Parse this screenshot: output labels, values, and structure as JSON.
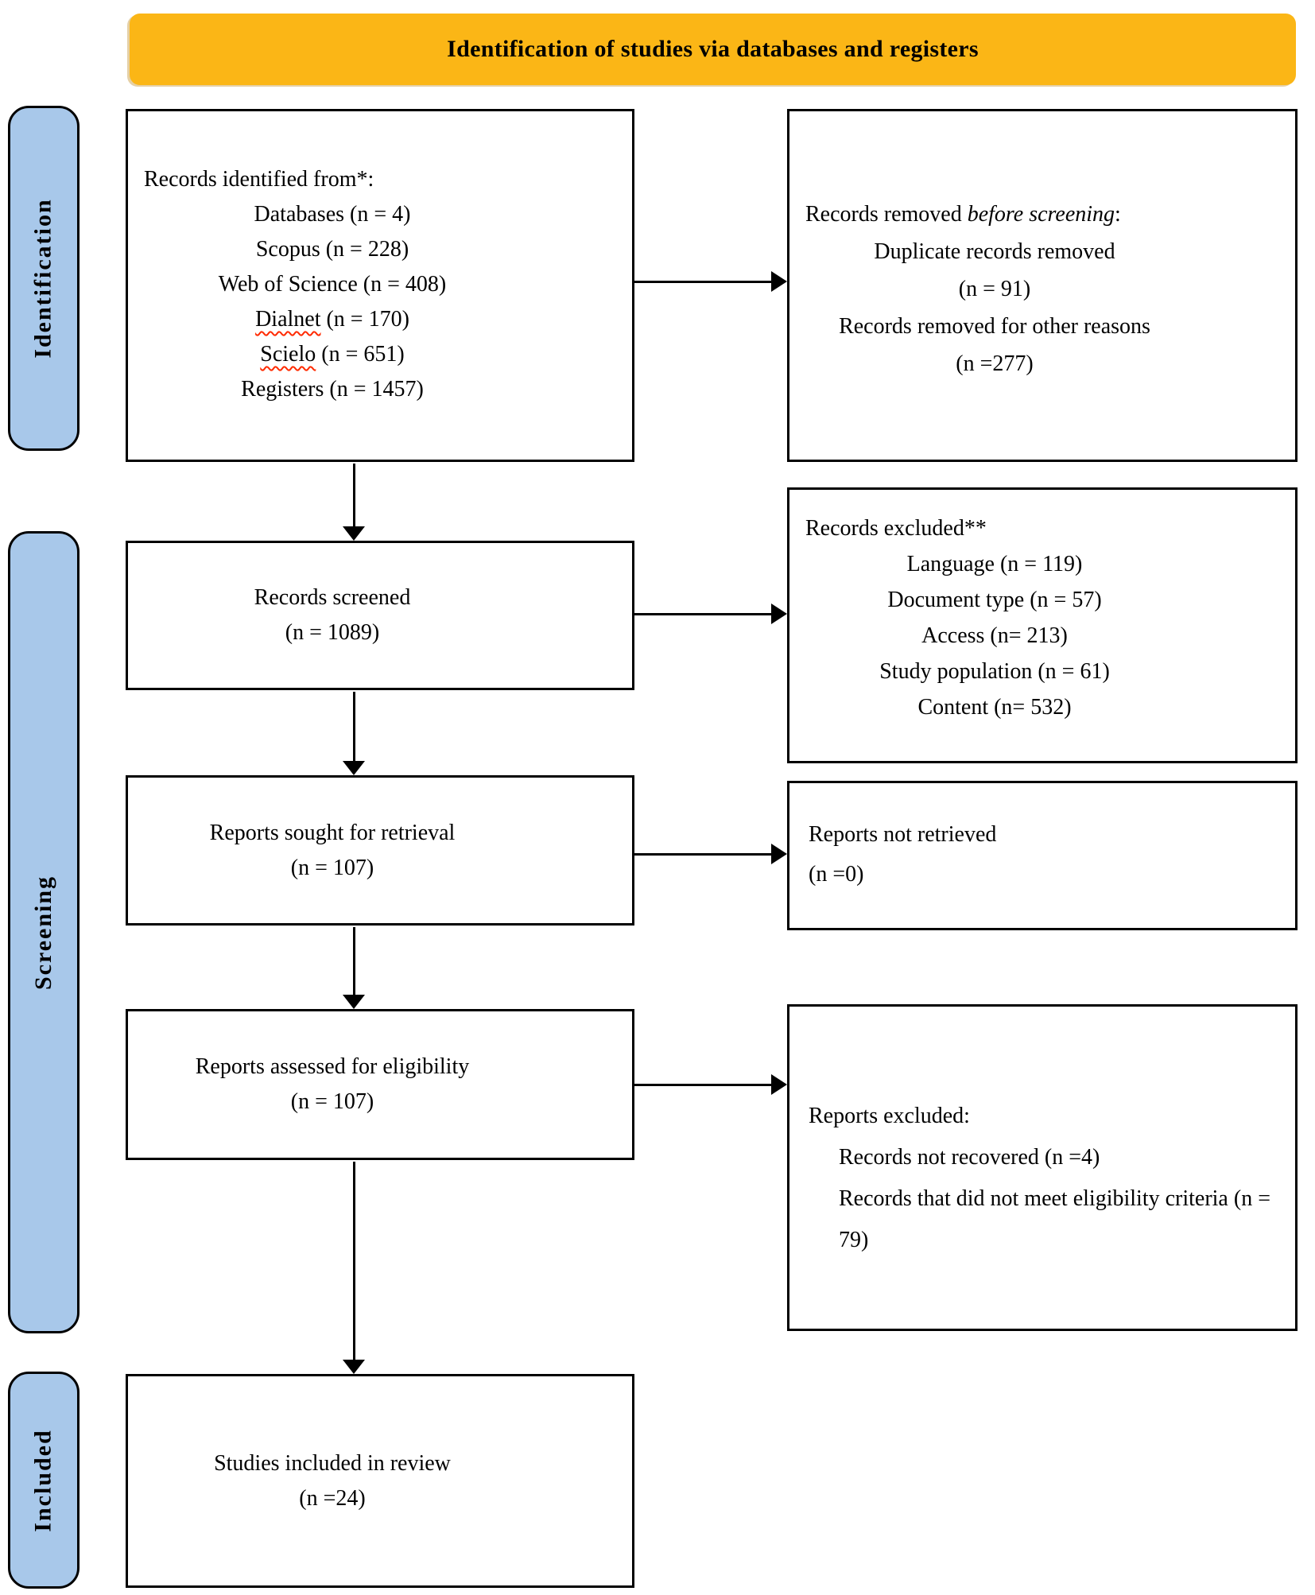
{
  "banner": {
    "title": "Identification of studies via databases and registers"
  },
  "sidebar": {
    "identification": "Identification",
    "screening": "Screening",
    "included": "Included"
  },
  "boxes": {
    "records_identified": {
      "title": "Records identified from*:",
      "line_databases": "Databases (n = 4)",
      "line_scopus": "Scopus (n = 228)",
      "line_wos": "Web of Science (n = 408)",
      "line_dialnet_word": "Dialnet",
      "line_dialnet_rest": " (n = 170)",
      "line_scielo_word": "Scielo",
      "line_scielo_rest": " (n = 651)",
      "line_registers": "Registers (n = 1457)"
    },
    "records_removed": {
      "title_prefix": "Records removed ",
      "title_italic": "before screening",
      "title_suffix": ":",
      "line1": "Duplicate records removed",
      "line2": "(n = 91)",
      "line3": "Records removed for other reasons",
      "line4": "(n =277)"
    },
    "records_screened": {
      "line1": "Records screened",
      "line2": "(n = 1089)"
    },
    "records_excluded": {
      "title": "Records excluded**",
      "lines": [
        "Language (n = 119)",
        "Document type (n = 57)",
        "Access (n= 213)",
        "Study population (n = 61)",
        "Content (n= 532)"
      ]
    },
    "reports_sought": {
      "line1": "Reports sought for retrieval",
      "line2": "(n = 107)"
    },
    "reports_not_retrieved": {
      "line1": "Reports not retrieved",
      "line2": "(n =0)"
    },
    "reports_assessed": {
      "line1": "Reports assessed for eligibility",
      "line2": "(n = 107)"
    },
    "reports_excluded": {
      "title": "Reports excluded:",
      "line1": "Records not recovered (n =4)",
      "line2": "Records that did not meet eligibility criteria (n = 79)"
    },
    "studies_included": {
      "line1": "Studies included in review",
      "line2": "(n =24)"
    }
  },
  "colors": {
    "banner_bg": "#FBB616",
    "sidebar_bg": "#A8C8EA",
    "line_color": "#000000",
    "wavy_color": "#FF2A00",
    "page_bg": "#FFFFFF"
  }
}
